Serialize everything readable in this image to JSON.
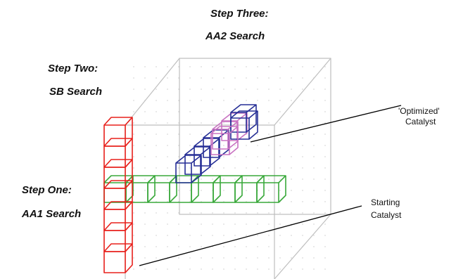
{
  "labels": {
    "step_three_line1": "Step Three:",
    "step_three_line2": "AA2 Search",
    "step_two_line1": "Step Two:",
    "step_two_line2": "SB Search",
    "step_one_line1": "Step One:",
    "step_one_line2": "AA1 Search",
    "optimized_line1": "'Optimized'",
    "optimized_line2": "Catalyst",
    "starting_line1": "Starting",
    "starting_line2": "Catalyst"
  },
  "colors": {
    "cube_edges": "#bfbfbf",
    "cube_dots": "#c8c8c8",
    "aa1_column": "#e8211c",
    "sb_row": "#39a83a",
    "aa2_column": "#262f96",
    "aa2_highlight": "#c973c2",
    "pointer_lines": "#000000"
  },
  "icons": {
    "aa1_column": "stack-of-red-cubes",
    "sb_row": "row-of-green-cubes",
    "aa2_column": "diagonal-stack-of-blue-cubes"
  }
}
